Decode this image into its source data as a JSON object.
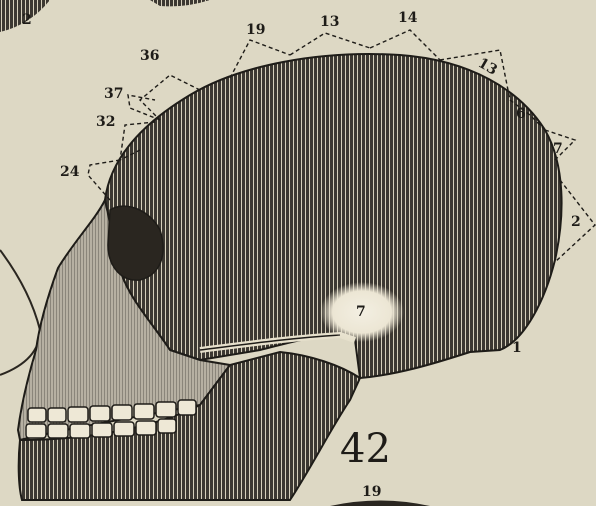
{
  "labels": {
    "corner": "2",
    "n19_top": "19",
    "n13_top": "13",
    "n14": "14",
    "n13_right": "13",
    "n6": "6",
    "n7_right": "7",
    "n2_right": "2",
    "n36": "36",
    "n37": "37",
    "n32": "32",
    "n24": "24",
    "n7_temple": "7",
    "n1": "1",
    "figure_number": "42",
    "n19_bottom": "19"
  },
  "colors": {
    "paper": "#ddd8c4",
    "ink": "#1e1c18",
    "skull_dark": "#3a3630"
  }
}
